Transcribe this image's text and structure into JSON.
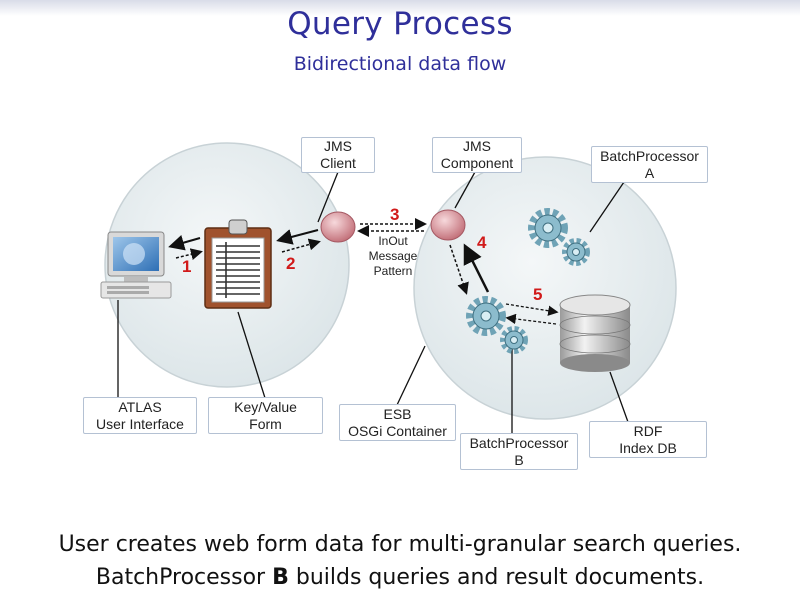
{
  "header": {
    "title": "Query Process",
    "subtitle": "Bidirectional data flow"
  },
  "labels": {
    "jms_client": [
      "JMS",
      "Client"
    ],
    "jms_component": [
      "JMS",
      "Component"
    ],
    "batch_a": [
      "BatchProcessor",
      "A"
    ],
    "inout": [
      "InOut",
      "Message",
      "Pattern"
    ],
    "atlas": [
      "ATLAS",
      "User Interface"
    ],
    "keyvalue": [
      "Key/Value",
      "Form"
    ],
    "esb": [
      "ESB",
      "OSGi Container"
    ],
    "batch_b": [
      "BatchProcessor",
      "B"
    ],
    "rdf": [
      "RDF",
      "Index DB"
    ]
  },
  "steps": [
    "1",
    "2",
    "3",
    "4",
    "5"
  ],
  "caption": {
    "line1": "User creates web form data for multi-granular search queries.",
    "line2_pre": "BatchProcessor ",
    "line2_bold": "B",
    "line2_post": " builds queries and result documents."
  },
  "colors": {
    "title": "#2f2f9a",
    "step_number": "#d11a1a",
    "label_border": "#b4c1d3",
    "gear": "#6fa3b6"
  }
}
